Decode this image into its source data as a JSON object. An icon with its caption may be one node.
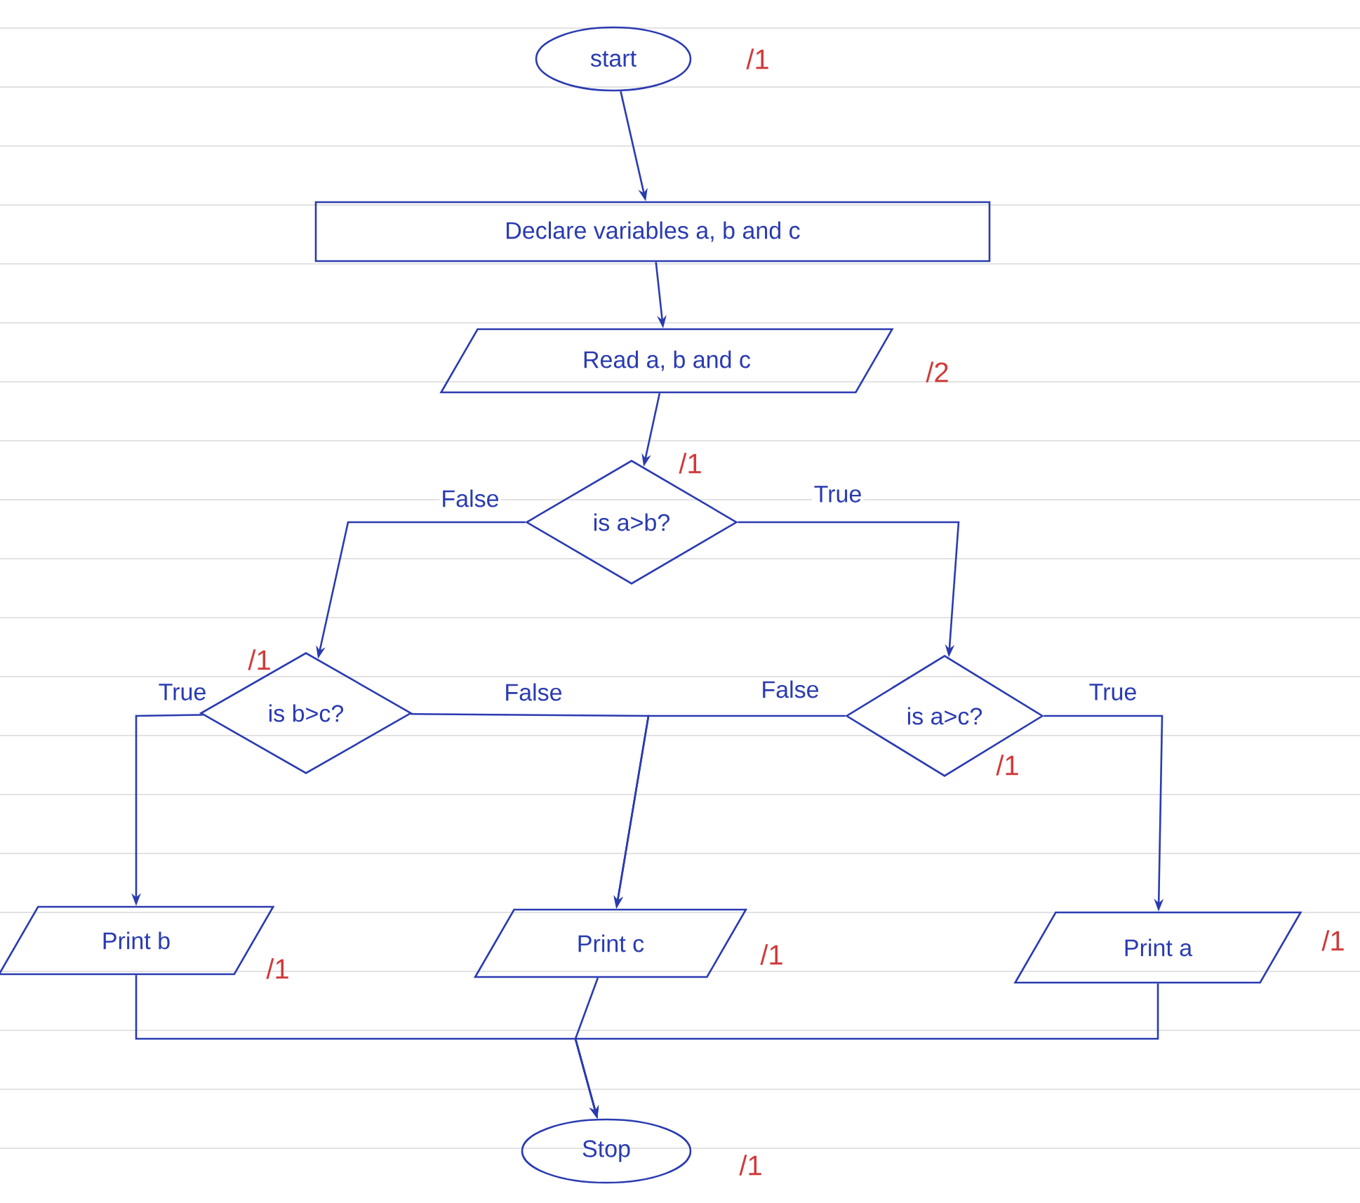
{
  "diagram": {
    "nodes": [
      {
        "text": [
          "start"
        ],
        "beside": [
          "/1"
        ]
      },
      {
        "text": [
          "Declare variables a, b and c"
        ]
      },
      {
        "text": [
          "Read a, b and c"
        ],
        "beside": [
          "/2"
        ]
      },
      {
        "text": [
          "is a>b?"
        ],
        "beside": [
          "/1"
        ]
      },
      {
        "text": [
          "is b>c?"
        ],
        "beside": [
          "/1"
        ]
      },
      {
        "text": [
          "is a>c?"
        ],
        "beside": [
          "/1"
        ]
      },
      {
        "text": [
          "Print b"
        ],
        "beside": [
          "/1"
        ]
      },
      {
        "text": [
          "Print c"
        ],
        "beside": [
          "/1"
        ]
      },
      {
        "text": [
          "Print a"
        ],
        "beside": [
          "/1"
        ]
      },
      {
        "text": [
          "Stop"
        ],
        "beside": [
          "/1"
        ]
      }
    ],
    "edges": [
      {
        "from": 0,
        "to": 1,
        "arrow": "to"
      },
      {
        "from": 1,
        "to": 2,
        "arrow": "to"
      },
      {
        "from": 2,
        "to": 3,
        "arrow": "to"
      },
      {
        "from": 3,
        "to": 4,
        "arrow": "to",
        "label": "False"
      },
      {
        "from": 3,
        "to": 5,
        "arrow": "to",
        "label": "True"
      },
      {
        "from": 4,
        "to": 6,
        "arrow": "to",
        "label": "True"
      },
      {
        "from": 4,
        "to": 7,
        "arrow": "to",
        "label": "False"
      },
      {
        "from": 5,
        "to": 7,
        "arrow": "to",
        "label": "False"
      },
      {
        "from": 5,
        "to": 8,
        "arrow": "to",
        "label": "True"
      },
      {
        "from": 6,
        "to": 9,
        "arrow": "to"
      },
      {
        "from": 7,
        "to": 9,
        "arrow": "to"
      },
      {
        "from": 8,
        "to": 9,
        "arrow": "to"
      }
    ]
  }
}
